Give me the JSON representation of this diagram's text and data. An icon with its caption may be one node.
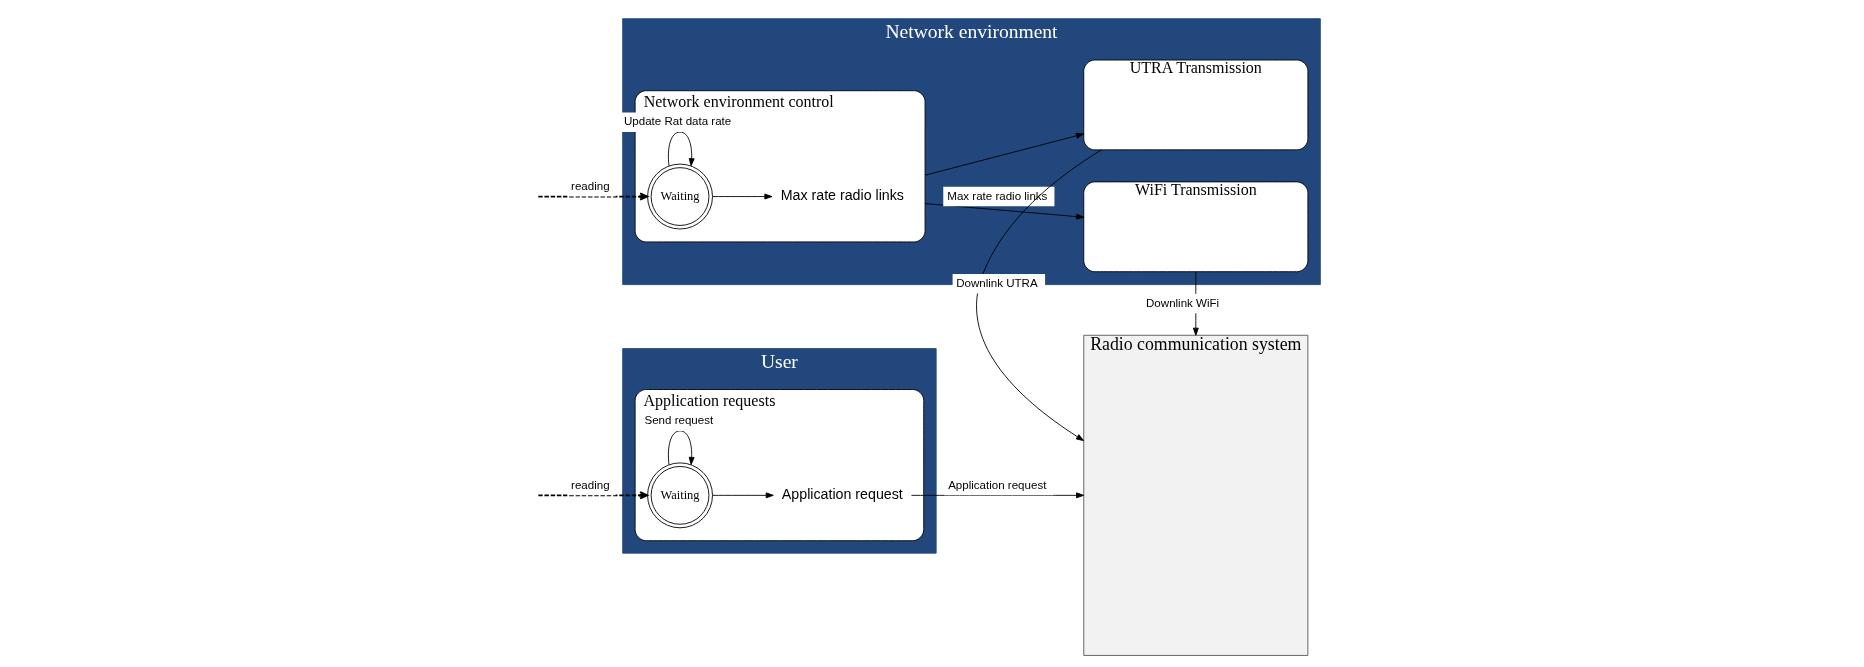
{
  "diagram": {
    "nodes": [
      {
        "text": [
          "User"
        ]
      },
      {
        "text": [
          "Application requests"
        ],
        "in": 0
      },
      {
        "text": [
          "Waiting"
        ],
        "in": 1
      },
      {
        "text": [
          "Application request"
        ],
        "in": 1
      },
      {
        "text": [
          "Radio communication system"
        ]
      },
      {
        "text": [
          "Network environment"
        ]
      },
      {
        "text": [
          "Network environment control"
        ],
        "in": 5
      },
      {
        "text": [
          "Waiting"
        ],
        "in": 6
      },
      {
        "text": [
          "Max rate radio links"
        ],
        "in": 6
      },
      {
        "text": [
          "WiFi Transmission"
        ],
        "in": 5
      },
      {
        "text": [
          "UTRA Transmission"
        ],
        "in": 5
      }
    ],
    "edges": [
      {
        "from": null,
        "to": 2,
        "arrow": "to",
        "style": "dashed",
        "label": "reading"
      },
      {
        "from": 2,
        "to": 2,
        "arrow": "to",
        "label": "Send request"
      },
      {
        "from": 2,
        "to": 3,
        "arrow": "to"
      },
      {
        "from": 3,
        "to": 4,
        "arrow": "to",
        "label": "Application request"
      },
      {
        "from": null,
        "to": 7,
        "arrow": "to",
        "style": "dashed",
        "label": "reading"
      },
      {
        "from": 7,
        "to": 7,
        "arrow": "to",
        "label": "Update Rat data rate"
      },
      {
        "from": 7,
        "to": 8,
        "arrow": "to"
      },
      {
        "from": 6,
        "to": 9,
        "arrow": "to",
        "label": "Max rate radio links"
      },
      {
        "from": 6,
        "to": 10,
        "arrow": "to"
      },
      {
        "from": 9,
        "to": 4,
        "arrow": "to",
        "label": "Downlink WiFi"
      },
      {
        "from": 10,
        "to": 4,
        "arrow": "to",
        "label": "Downlink UTRA"
      }
    ]
  }
}
